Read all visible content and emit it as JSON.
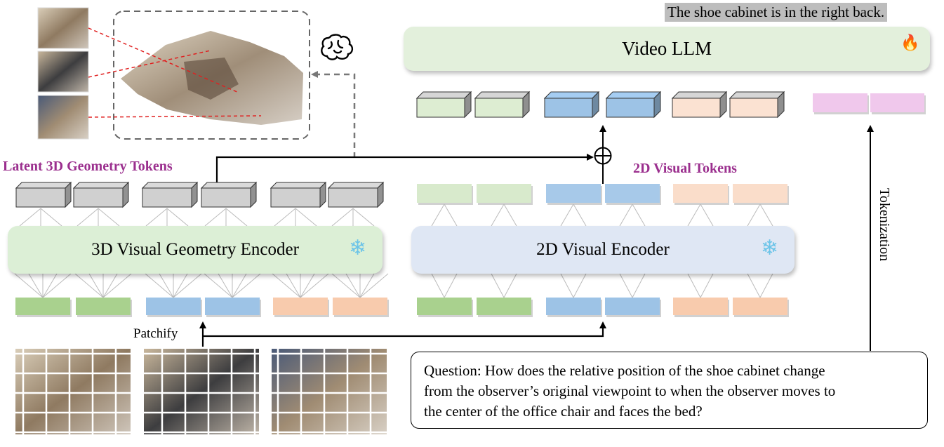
{
  "answer": "The shoe cabinet is in the right back.",
  "video_llm": {
    "label": "Video LLM",
    "icon": "fire-icon"
  },
  "encoders": {
    "geometry": {
      "label": "3D Visual Geometry Encoder",
      "icon": "snowflake-icon"
    },
    "visual2d": {
      "label": "2D Visual Encoder",
      "icon": "snowflake-icon"
    }
  },
  "token_labels": {
    "latent_3d": "Latent 3D Geometry Tokens",
    "visual_2d": "2D Visual Tokens"
  },
  "patchify_label": "Patchify",
  "tokenization_label": "Tokenization",
  "question": {
    "line1": "Question: How does the relative position of the shoe cabinet change",
    "line2": "from the observer’s original viewpoint to when the observer moves to",
    "line3": "the center of the office chair and faces the bed?"
  },
  "brain_icon": "brain-icon",
  "colors": {
    "green": "#a9d18e",
    "blue": "#9dc3e6",
    "peach": "#f8cbad",
    "gray_token": "#d0d0d0",
    "text_token": "#f0c8ec",
    "purple_text": "#9b2f8e"
  }
}
